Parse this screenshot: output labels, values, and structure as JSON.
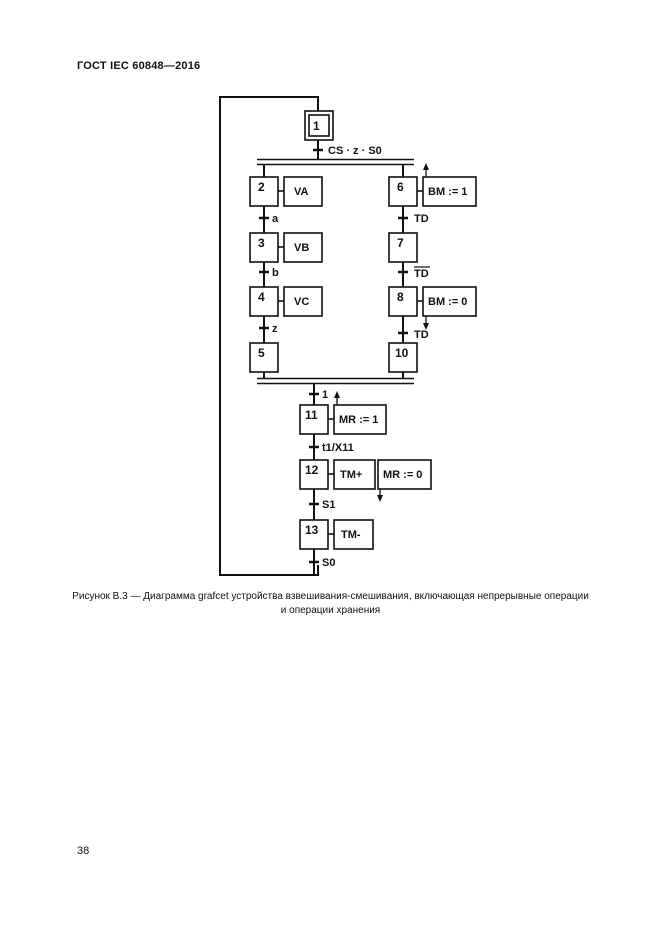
{
  "header": {
    "standard": "ГОСТ IEC 60848—2016"
  },
  "figure": {
    "steps": {
      "s1": "1",
      "s2": "2",
      "s3": "3",
      "s4": "4",
      "s5": "5",
      "s6": "6",
      "s7": "7",
      "s8": "8",
      "s10": "10",
      "s11": "11",
      "s12": "12",
      "s13": "13"
    },
    "actions": {
      "va": "VA",
      "vb": "VB",
      "vc": "VC",
      "bm1": "BM := 1",
      "bm0": "BM := 0",
      "mr1": "MR := 1",
      "tm_plus": "TM+",
      "mr0": "MR := 0",
      "tm_minus": "TM-"
    },
    "transitions": {
      "cs_z_s0": "CS · z · S0",
      "a": "a",
      "b": "b",
      "z": "z",
      "td1": "TD",
      "td_not": "TD",
      "td2": "TD",
      "one": "1",
      "t1x11": "t1/X11",
      "s1": "S1",
      "s0": "S0"
    }
  },
  "caption": {
    "line1": "Рисунок B.3 — Диаграмма grafcet устройства взвешивания-смешивания, включающая непрерывные операции",
    "line2": "и операции хранения"
  },
  "page_number": "38"
}
